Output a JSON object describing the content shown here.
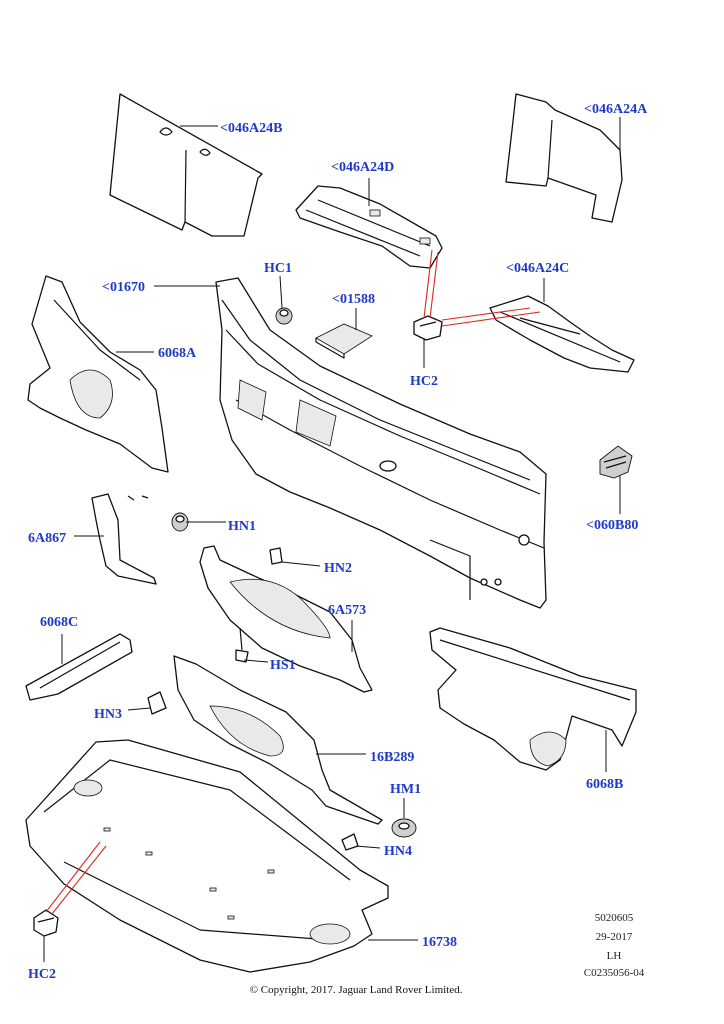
{
  "diagram": {
    "callouts": {
      "c046a24b": "<046A24B",
      "c046a24a": "<046A24A",
      "c046a24d": "<046A24D",
      "c046a24c": "<046A24C",
      "c01670": "<01670",
      "hc1": "HC1",
      "c01588": "<01588",
      "hc2_top": "HC2",
      "c6068a": "6068A",
      "c060b80": "<060B80",
      "hn1": "HN1",
      "c6a867": "6A867",
      "hn2": "HN2",
      "c6a573": "6A573",
      "c6068c": "6068C",
      "hs1": "HS1",
      "hn3": "HN3",
      "c16b289": "16B289",
      "c6068b": "6068B",
      "hm1": "HM1",
      "hn4": "HN4",
      "c16738": "16738",
      "hc2_bottom": "HC2"
    },
    "footer": {
      "ref_number": "5020605",
      "date": "29-2017",
      "side": "LH",
      "catalog_code": "C0235056-04",
      "copyright": "© Copyright, 2017. Jaguar Land Rover Limited."
    }
  }
}
